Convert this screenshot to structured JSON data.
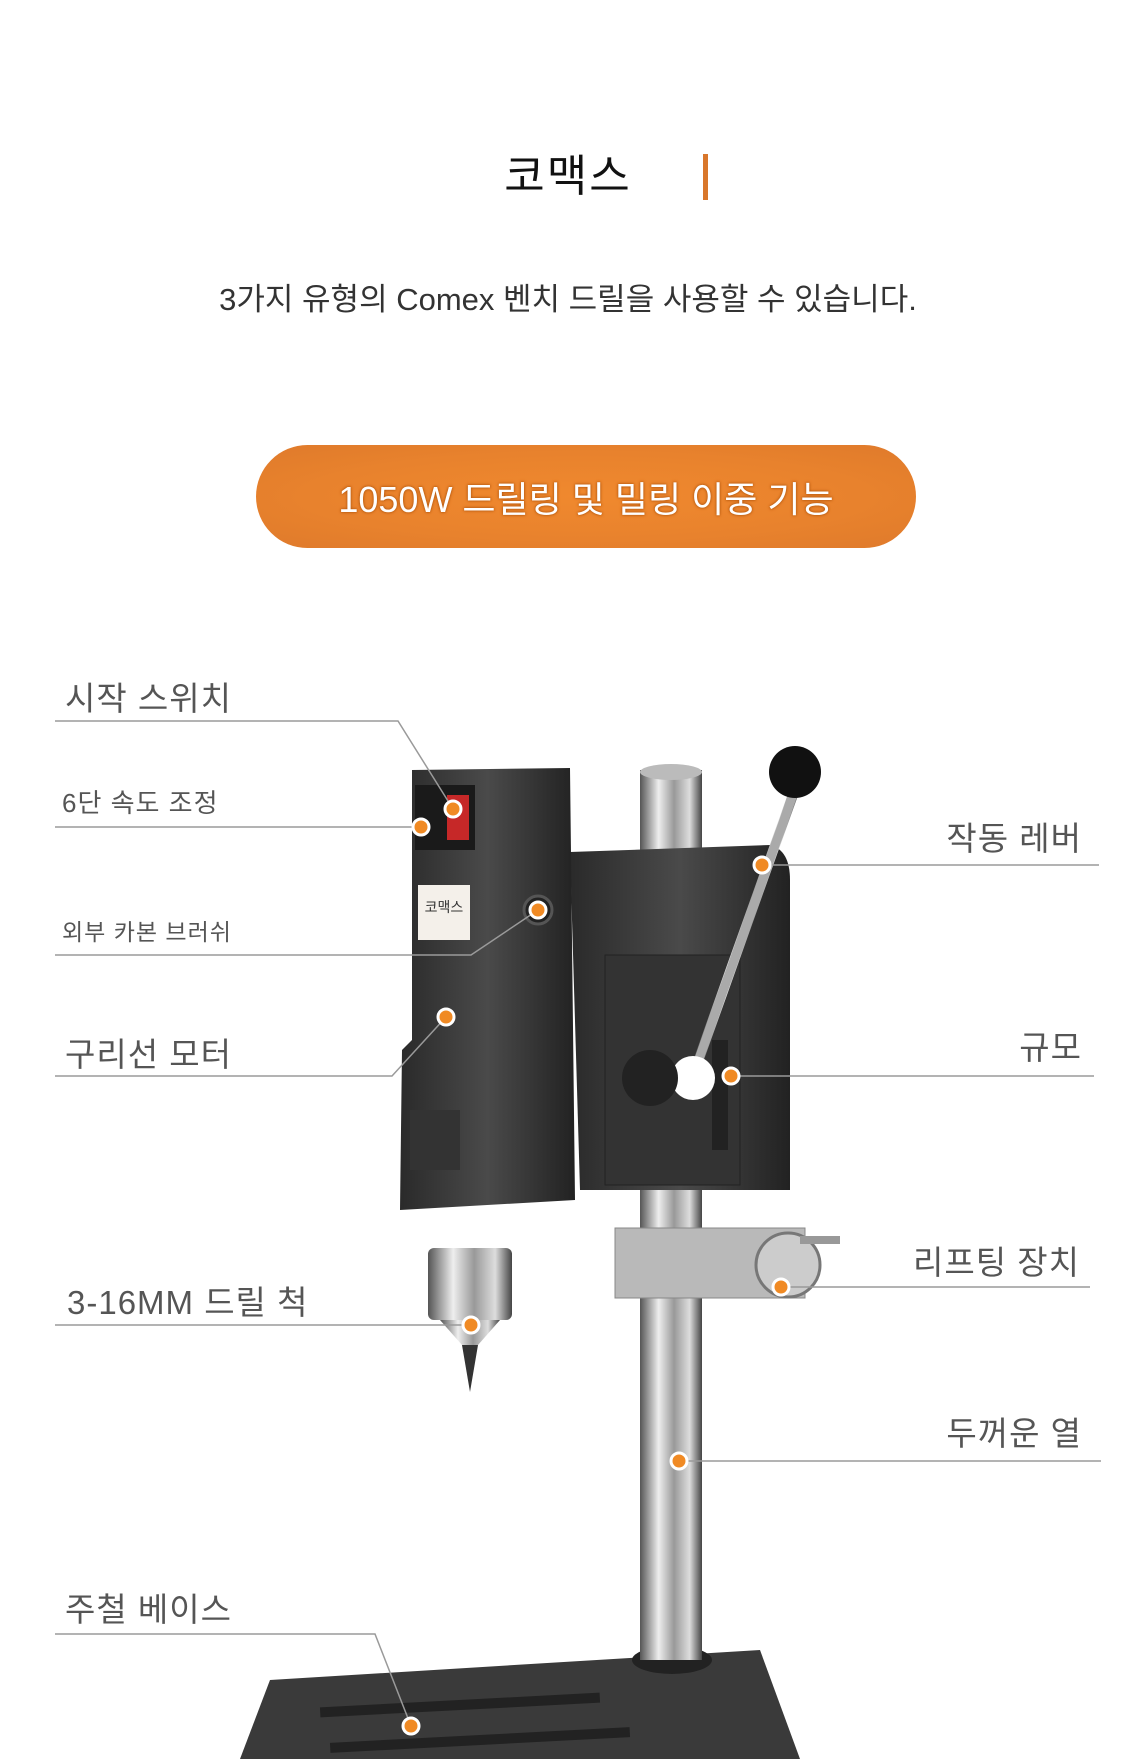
{
  "header": {
    "title": "코맥스",
    "subtitle": "3가지 유형의 Comex 벤치 드릴을 사용할 수 있습니다."
  },
  "feature_pill": {
    "label": "1050W 드릴링 및 밀링 이중 기능"
  },
  "product_label": "코맥스",
  "callouts_left": [
    {
      "label": "시작 스위치"
    },
    {
      "label": "6단 속도 조정"
    },
    {
      "label": "외부 카본 브러쉬"
    },
    {
      "label": "구리선 모터"
    },
    {
      "label": "3-16MM 드릴 척"
    },
    {
      "label": "주철 베이스"
    }
  ],
  "callouts_right": [
    {
      "label": "작동 레버"
    },
    {
      "label": "규모"
    },
    {
      "label": "리프팅 장치"
    },
    {
      "label": "두꺼운 열"
    }
  ],
  "colors": {
    "accent": "#e8822d",
    "dot": "#f08a24",
    "leader_line": "#999999"
  }
}
